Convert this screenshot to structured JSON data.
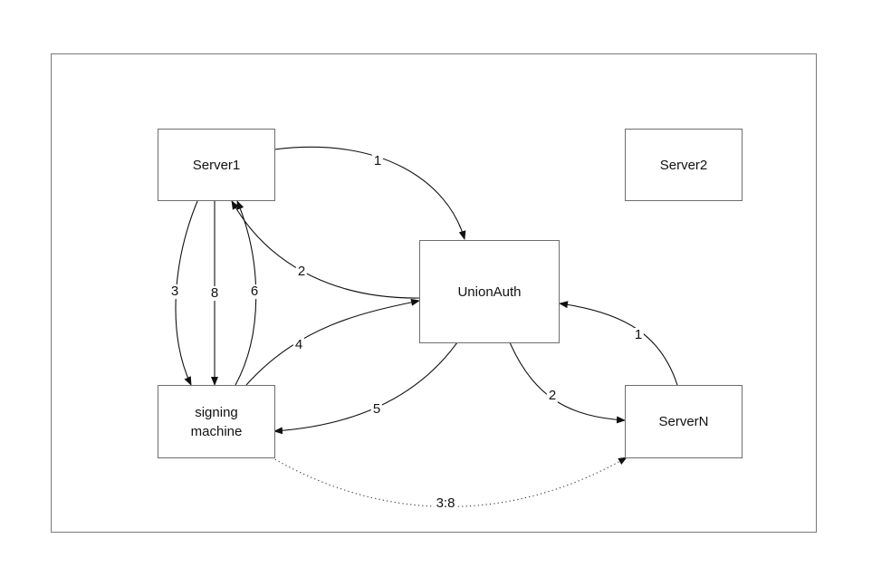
{
  "diagram": {
    "nodes": {
      "server1": "Server1",
      "server2": "Server2",
      "unionauth": "UnionAuth",
      "signing_machine": "signing\nmachine",
      "servern": "ServerN"
    },
    "edges": [
      {
        "from": "Server1",
        "to": "UnionAuth",
        "label": "1"
      },
      {
        "from": "UnionAuth",
        "to": "Server1",
        "label": "2"
      },
      {
        "from": "Server1",
        "to": "signing machine",
        "label": "3"
      },
      {
        "from": "Server1",
        "to": "signing machine",
        "label": "8"
      },
      {
        "from": "signing machine",
        "to": "Server1",
        "label": "6"
      },
      {
        "from": "signing machine",
        "to": "UnionAuth",
        "label": "4"
      },
      {
        "from": "UnionAuth",
        "to": "signing machine",
        "label": "5"
      },
      {
        "from": "ServerN",
        "to": "UnionAuth",
        "label": "1"
      },
      {
        "from": "UnionAuth",
        "to": "ServerN",
        "label": "2"
      },
      {
        "from": "signing machine",
        "to": "ServerN",
        "label": "3:8",
        "style": "dotted",
        "bidirectional": true
      }
    ]
  }
}
